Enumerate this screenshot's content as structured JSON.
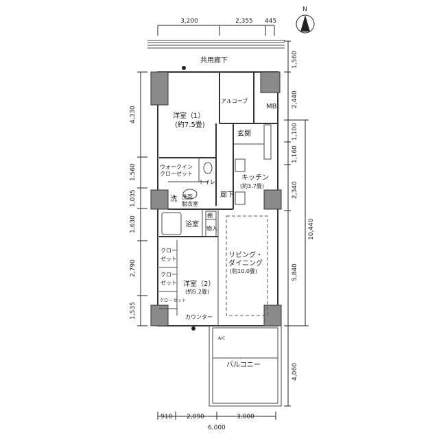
{
  "compass": {
    "label": "N"
  },
  "top_dims": [
    "3,200",
    "2,355",
    "445"
  ],
  "bottom_dims": {
    "parts": [
      "910",
      "2,090",
      "3,000"
    ],
    "total": "6,000"
  },
  "left_dims": [
    "4,330",
    "1,560",
    "1,035",
    "1,630",
    "2,790",
    "1,535"
  ],
  "right_dims": {
    "outer": [
      "1,560",
      "2,440",
      "1,100",
      "1,160",
      "2,340",
      "5,840",
      "4,060"
    ],
    "total": "10,440"
  },
  "rooms": {
    "corridor_common": "共用廊下",
    "western1": "洋室（1）",
    "western1_size": "(約7.5畳)",
    "alcove": "アルコーブ",
    "mb": "MB",
    "entrance": "玄関",
    "walkin": "ウォークイン",
    "walkin2": "クローゼット",
    "toilet": "トイレ",
    "kitchen": "キッチン",
    "kitchen_size": "(約3.7畳)",
    "wash_mark": "洗",
    "washroom1": "洗面",
    "washroom2": "脱衣室",
    "hall": "廊下",
    "bath": "浴室",
    "shelf": "棚",
    "storage": "物入",
    "closet_a1": "クロー",
    "closet_a2": "ゼット",
    "closet_b1": "クロー",
    "closet_b2": "ゼット",
    "closet_c": "クロー ゼット",
    "living1": "リビング・",
    "living2": "ダイニング",
    "living_size": "(約10.0畳)",
    "western2": "洋室（2）",
    "western2_size": "(約5.2畳)",
    "counter": "カウンター",
    "ac": "A/C",
    "balcony": "バルコニー"
  }
}
